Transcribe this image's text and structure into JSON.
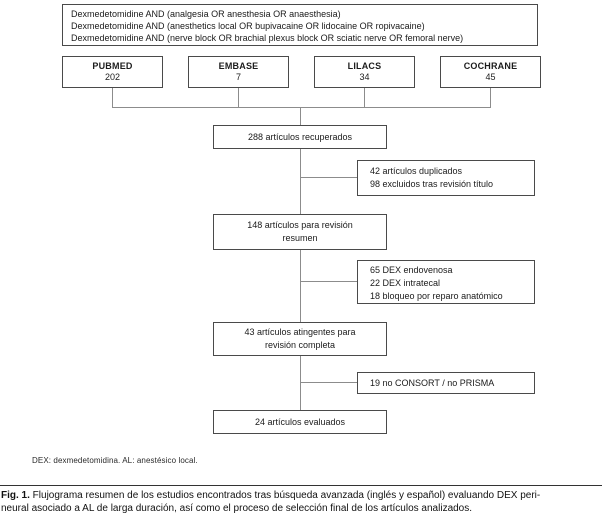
{
  "search_box": {
    "lines": [
      "Dexmedetomidine AND (analgesia OR anesthesia OR anaesthesia)",
      "Dexmedetomidine AND (anesthetics local OR bupivacaine OR lidocaine OR ropivacaine)",
      "Dexmedetomidine AND (nerve block OR brachial plexus block OR sciatic nerve OR femoral nerve)"
    ]
  },
  "databases": [
    {
      "name": "PUBMED",
      "count": "202"
    },
    {
      "name": "EMBASE",
      "count": "7"
    },
    {
      "name": "LILACS",
      "count": "34"
    },
    {
      "name": "COCHRANE",
      "count": "45"
    }
  ],
  "flow": {
    "retrieved": "288 artículos recuperados",
    "abstract_review": [
      "148 artículos para revisión",
      "resumen"
    ],
    "full_review": [
      "43 artículos atingentes para",
      "revisión completa"
    ],
    "evaluated": "24 artículos evaluados"
  },
  "exclusions": {
    "after_title": [
      "42 artículos duplicados",
      "98 excluidos tras revisión título"
    ],
    "after_abstract": [
      "65 DEX endovenosa",
      "22 DEX intratecal",
      "18 bloqueo por reparo anatómico"
    ],
    "after_full": "19 no CONSORT / no PRISMA"
  },
  "footnote": "DEX: dexmedetomidina. AL: anestésico local.",
  "caption": {
    "label": "Fig. 1.",
    "line1": " Flujograma resumen de los estudios encontrados tras búsqueda avanzada (inglés y español) evaluando DEX peri-",
    "line2": "neural asociado a AL de larga duración, así como el proceso de selección final de los artículos analizados."
  },
  "colors": {
    "box_border": "#4a4a4a",
    "connector": "#8c8c8c",
    "text": "#1a1a1a",
    "background": "#ffffff"
  }
}
